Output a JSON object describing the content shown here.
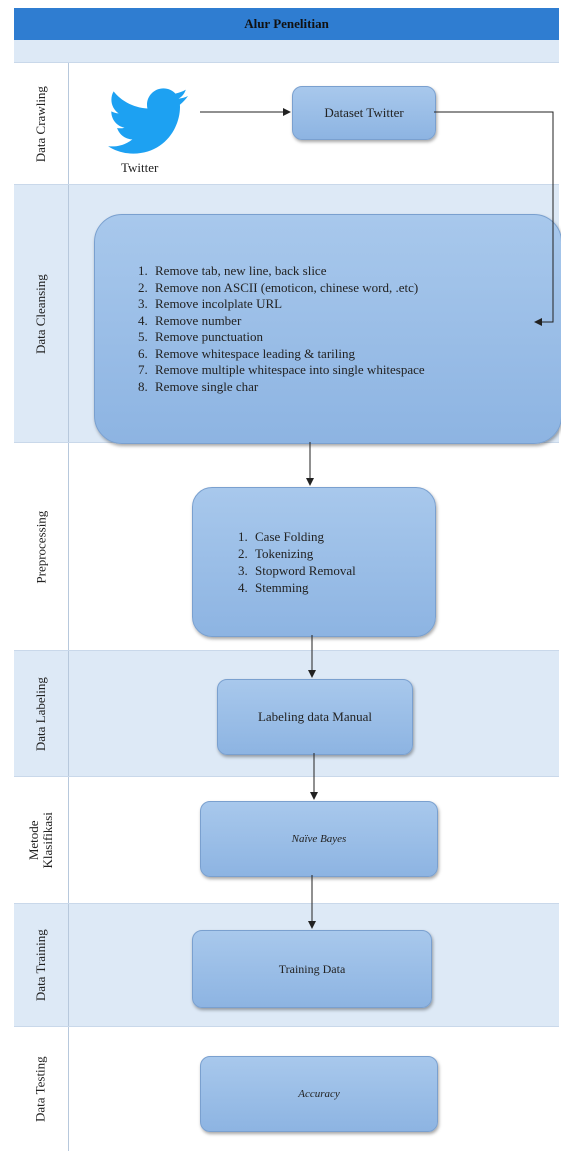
{
  "title": "Alur Penelitian",
  "lanes": [
    {
      "label": "Data Crawling"
    },
    {
      "label": "Data Cleansing"
    },
    {
      "label": "Preprocessing"
    },
    {
      "label": "Data Labeling"
    },
    {
      "label": "Metode\nKlasifikasi"
    },
    {
      "label": "Data Training"
    },
    {
      "label": "Data Testing"
    }
  ],
  "twitter_label": "Twitter",
  "dataset_box": "Dataset Twitter",
  "cleansing_steps": [
    "Remove tab, new line, back slice",
    "Remove non ASCII (emoticon, chinese word, .etc)",
    "Remove incolplate URL",
    "Remove number",
    "Remove punctuation",
    "Remove whitespace leading & tariling",
    "Remove multiple whitespace into single whitespace",
    "Remove single char"
  ],
  "preprocessing_steps": [
    "Case Folding",
    "Tokenizing",
    "Stopword Removal",
    "Stemming"
  ],
  "labeling_box": "Labeling data Manual",
  "method_box": "Naïve Bayes",
  "training_box": "Training Data",
  "testing_box": "Accuracy",
  "colors": {
    "title_bar": "#2f7dd1",
    "lane_shade": "#dde9f6",
    "box_fill": "#9bbfe8",
    "twitter_blue": "#1da1f2"
  }
}
